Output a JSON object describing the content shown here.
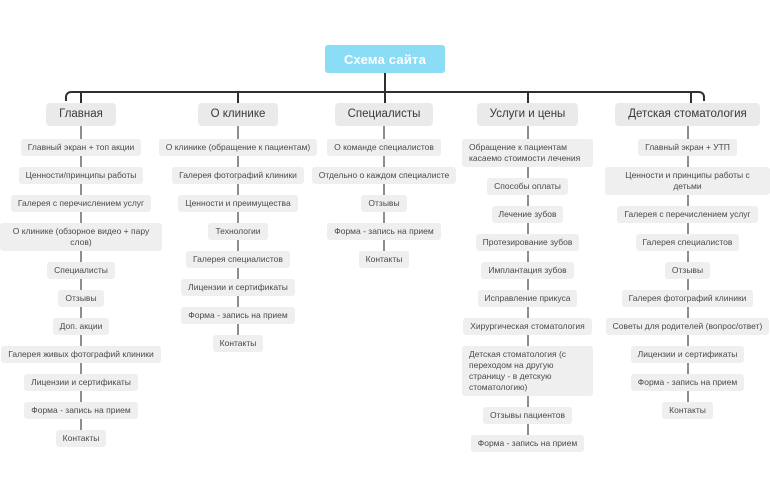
{
  "diagram": {
    "title": "Схема сайта",
    "accent_color": "#8BDCF5",
    "node_color": "#EFEFEF",
    "head_color": "#EAEAEA",
    "connector_color": "#2f2f2f",
    "columns": [
      {
        "head": "Главная",
        "items": [
          "Главный экран + топ акции",
          "Ценности/принципы работы",
          "Галерея с перечислением услуг",
          "О клинике (обзорное видео + пару слов)",
          "Специалисты",
          "Отзывы",
          "Доп. акции",
          "Галерея живых фотографий клиники",
          "Лицензии и сертификаты",
          "Форма - запись на прием",
          "Контакты"
        ]
      },
      {
        "head": "О клинике",
        "items": [
          "О клинике (обращение к пациентам)",
          "Галерея фотографий клиники",
          "Ценности и преимущества",
          "Технологии",
          "Галерея специалистов",
          "Лицензии и сертификаты",
          "Форма - запись на прием",
          "Контакты"
        ]
      },
      {
        "head": "Специалисты",
        "items": [
          "О команде специалистов",
          "Отдельно о каждом специалисте",
          "Отзывы",
          "Форма - запись на прием",
          "Контакты"
        ]
      },
      {
        "head": "Услуги и цены",
        "items": [
          "Обращение к пациентам касаемо стоимости лечения",
          "Способы оплаты",
          "Лечение зубов",
          "Протезирование зубов",
          "Имплантация зубов",
          "Исправление прикуса",
          "Хирургическая стоматология",
          "Детская стоматология (с переходом на другую страницу - в детскую стоматологию)",
          "Отзывы пациентов",
          "Форма - запись на прием"
        ]
      },
      {
        "head": "Детская стоматология",
        "items": [
          "Главный экран + УТП",
          "Ценности и принципы работы с детьми",
          "Галерея с перечислением услуг",
          "Галерея специалистов",
          "Отзывы",
          "Галерея фотографий клиники",
          "Советы для родителей (вопрос/ответ)",
          "Лицензии и сертификаты",
          "Форма - запись на прием",
          "Контакты"
        ]
      }
    ]
  }
}
